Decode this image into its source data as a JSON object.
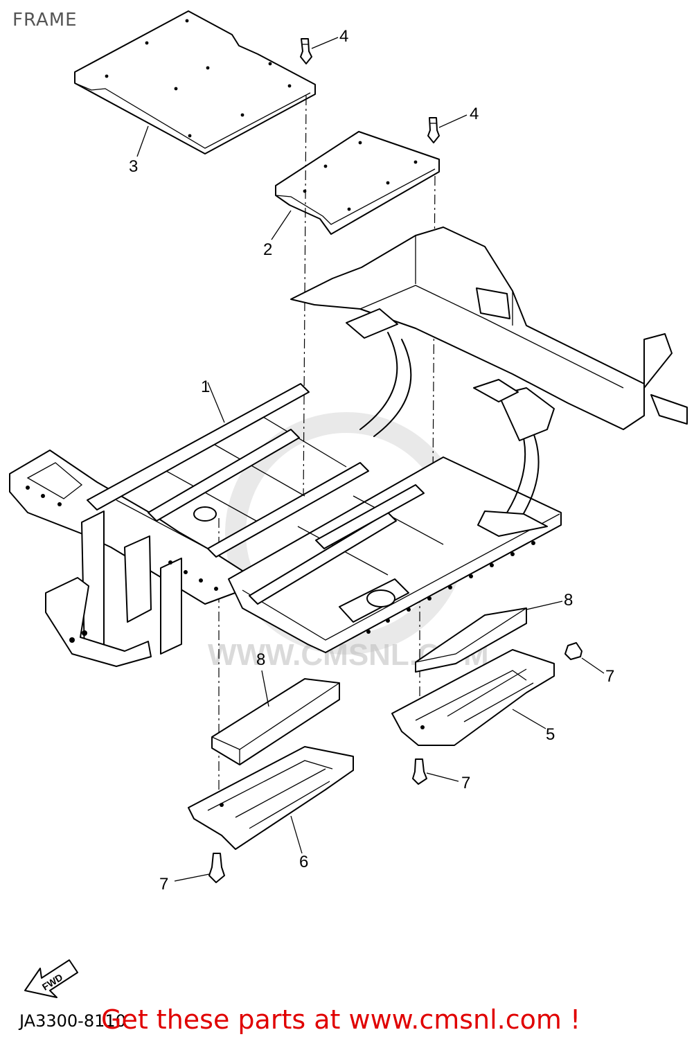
{
  "diagram": {
    "title": "FRAME",
    "code": "JA3300-8110",
    "promo": "Get these parts at www.cmsnl.com !",
    "fwd_label": "FWD",
    "watermark": "WWW.CMSNL.COM",
    "callouts": [
      "1",
      "2",
      "3",
      "4",
      "4",
      "5",
      "6",
      "7",
      "7",
      "7",
      "8",
      "8"
    ]
  },
  "colors": {
    "promo": "#e00000",
    "ink": "#000000",
    "watermark": "#bdbdbd"
  }
}
